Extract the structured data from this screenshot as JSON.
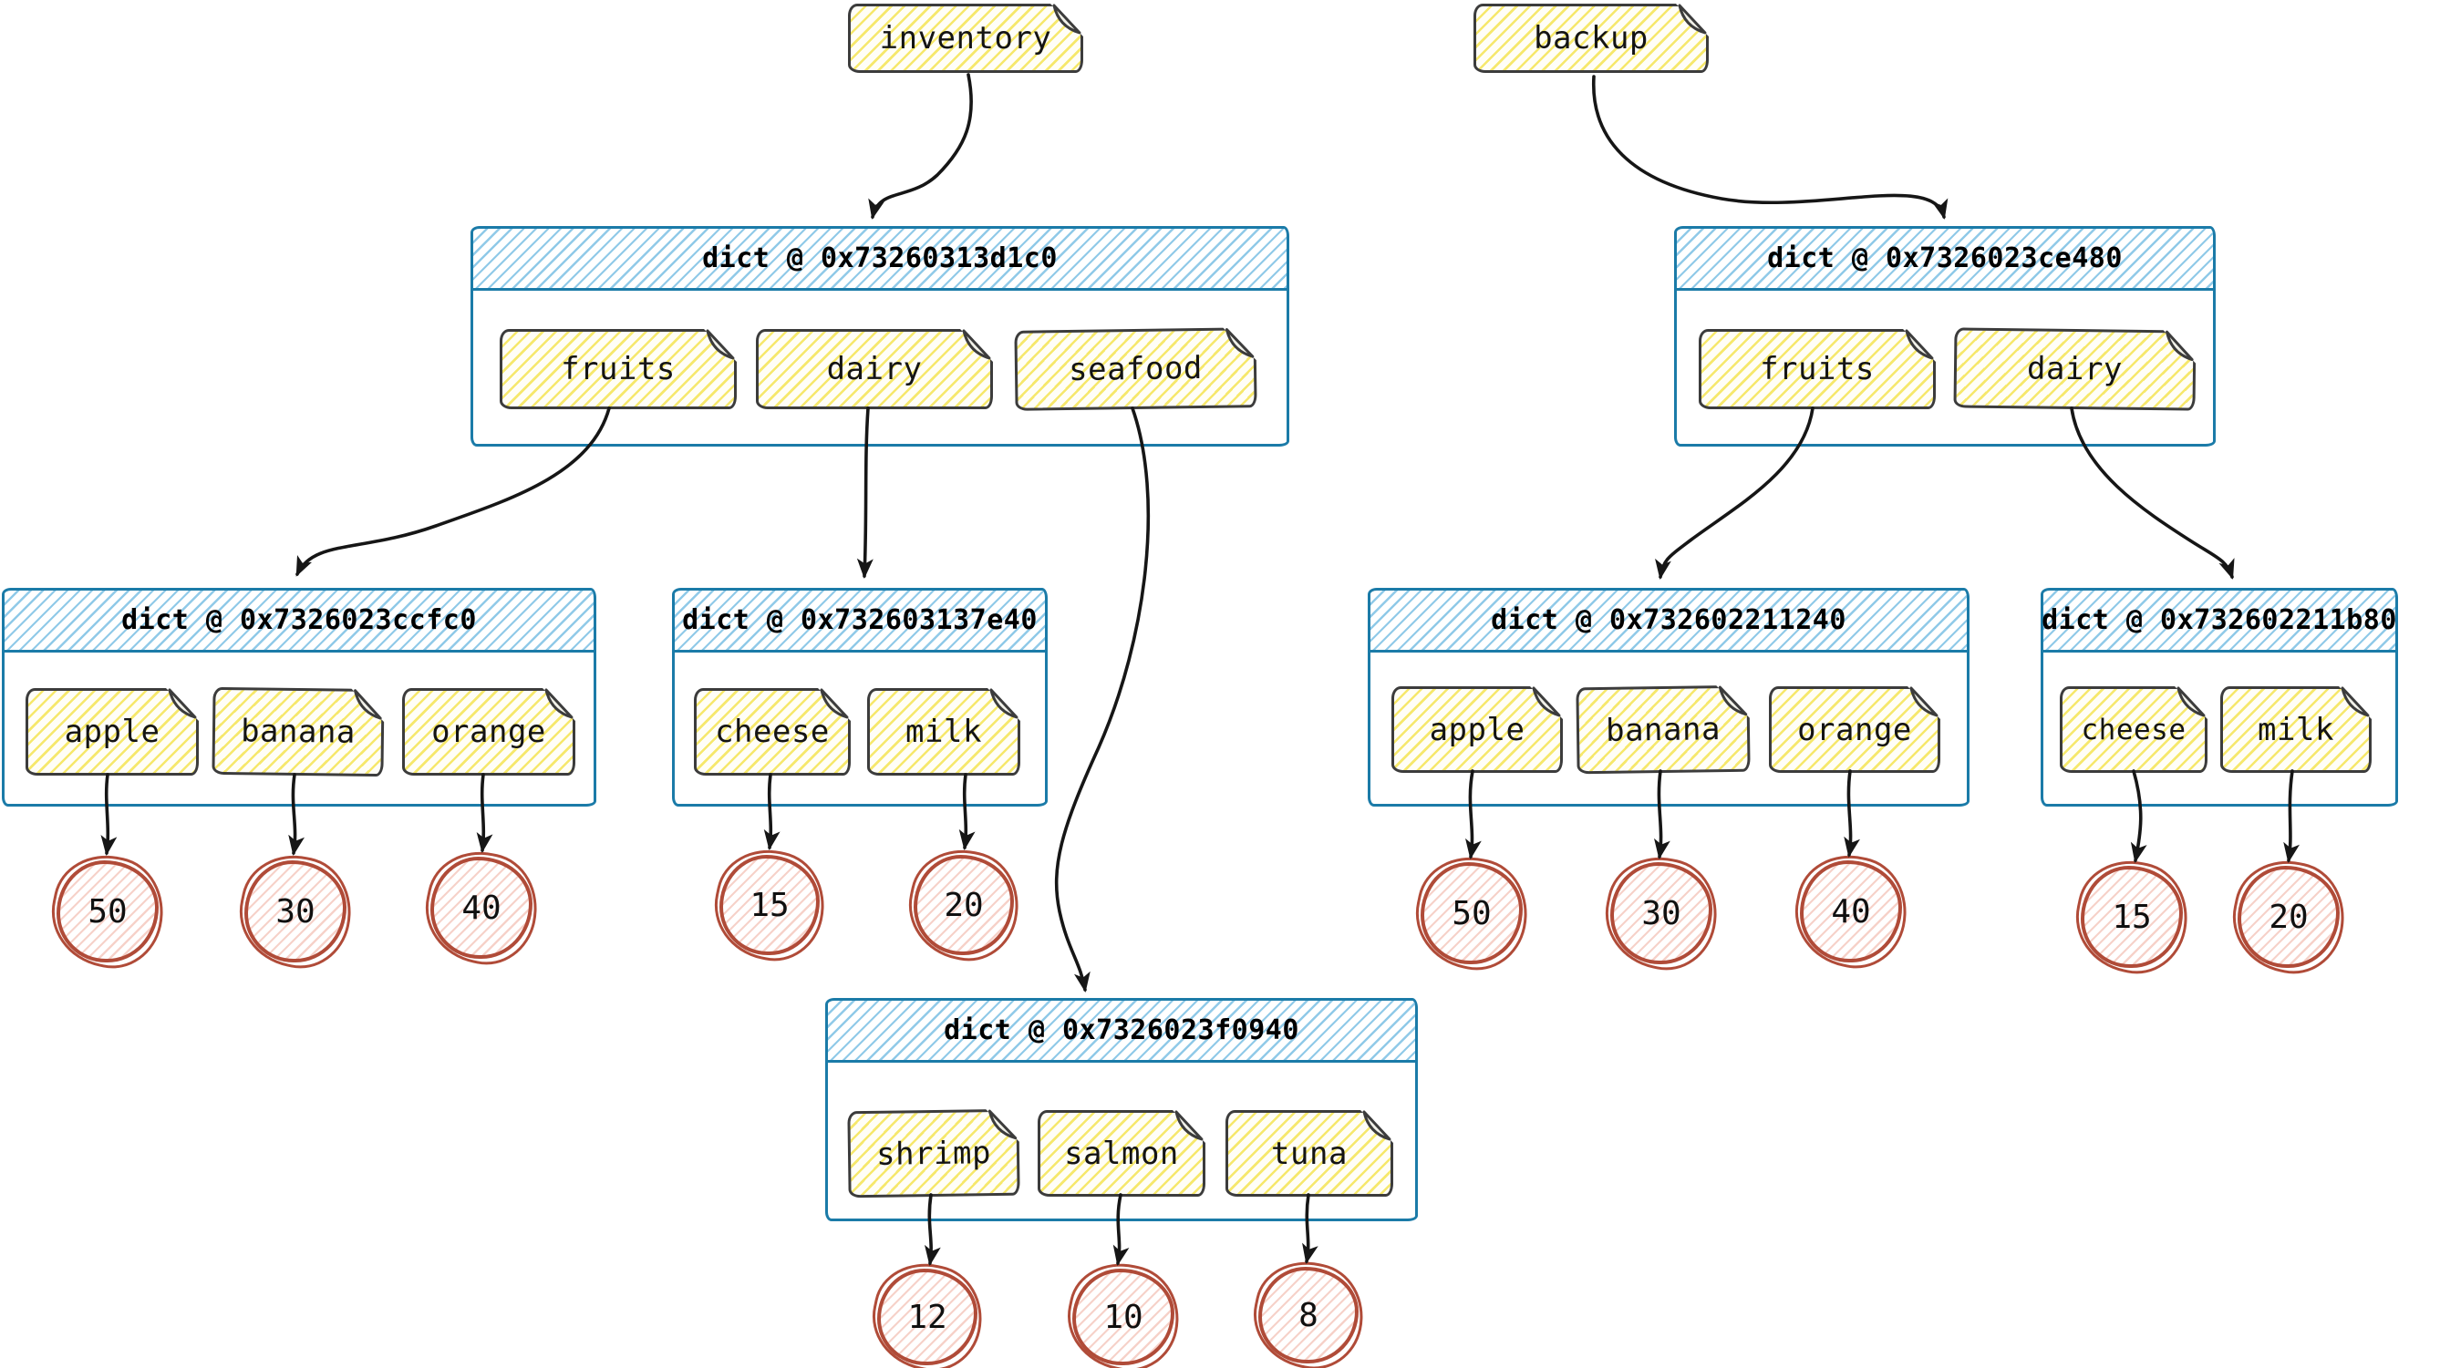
{
  "diagram_type": "memory-graph",
  "variables": [
    {
      "label": "inventory"
    },
    {
      "label": "backup"
    }
  ],
  "dicts": [
    {
      "title": "dict @ 0x73260313d1c0",
      "keys": [
        {
          "label": "fruits"
        },
        {
          "label": "dairy"
        },
        {
          "label": "seafood"
        }
      ]
    },
    {
      "title": "dict @ 0x7326023ce480",
      "keys": [
        {
          "label": "fruits"
        },
        {
          "label": "dairy"
        }
      ]
    },
    {
      "title": "dict @ 0x7326023ccfc0",
      "keys": [
        {
          "label": "apple"
        },
        {
          "label": "banana"
        },
        {
          "label": "orange"
        }
      ]
    },
    {
      "title": "dict @ 0x732603137e40",
      "keys": [
        {
          "label": "cheese"
        },
        {
          "label": "milk"
        }
      ]
    },
    {
      "title": "dict @ 0x732602211240",
      "keys": [
        {
          "label": "apple"
        },
        {
          "label": "banana"
        },
        {
          "label": "orange"
        }
      ]
    },
    {
      "title": "dict @ 0x732602211b80",
      "keys": [
        {
          "label": "cheese"
        },
        {
          "label": "milk"
        }
      ]
    },
    {
      "title": "dict @ 0x7326023f0940",
      "keys": [
        {
          "label": "shrimp"
        },
        {
          "label": "salmon"
        },
        {
          "label": "tuna"
        }
      ]
    }
  ],
  "values": [
    {
      "label": "50"
    },
    {
      "label": "30"
    },
    {
      "label": "40"
    },
    {
      "label": "15"
    },
    {
      "label": "20"
    },
    {
      "label": "50"
    },
    {
      "label": "30"
    },
    {
      "label": "40"
    },
    {
      "label": "15"
    },
    {
      "label": "20"
    },
    {
      "label": "12"
    },
    {
      "label": "10"
    },
    {
      "label": "8"
    }
  ],
  "edges": [
    {
      "from": "inventory",
      "to": "dict @ 0x73260313d1c0"
    },
    {
      "from": "backup",
      "to": "dict @ 0x7326023ce480"
    },
    {
      "from": "inventory.fruits",
      "to": "dict @ 0x7326023ccfc0"
    },
    {
      "from": "inventory.dairy",
      "to": "dict @ 0x732603137e40"
    },
    {
      "from": "inventory.seafood",
      "to": "dict @ 0x7326023f0940"
    },
    {
      "from": "backup.fruits",
      "to": "dict @ 0x732602211240"
    },
    {
      "from": "backup.dairy",
      "to": "dict @ 0x732602211b80"
    },
    {
      "from": "apple",
      "to": "50"
    },
    {
      "from": "banana",
      "to": "30"
    },
    {
      "from": "orange",
      "to": "40"
    },
    {
      "from": "cheese",
      "to": "15"
    },
    {
      "from": "milk",
      "to": "20"
    },
    {
      "from": "shrimp",
      "to": "12"
    },
    {
      "from": "salmon",
      "to": "10"
    },
    {
      "from": "tuna",
      "to": "8"
    }
  ],
  "colors": {
    "dict_border": "#1b7ba8",
    "dict_header_hatch": "#7dc0e4",
    "note_border": "#3c3c3c",
    "note_hatch": "#f4e249",
    "value_border": "#b04b38",
    "value_hatch": "#ec9a88",
    "arrow": "#161616"
  }
}
